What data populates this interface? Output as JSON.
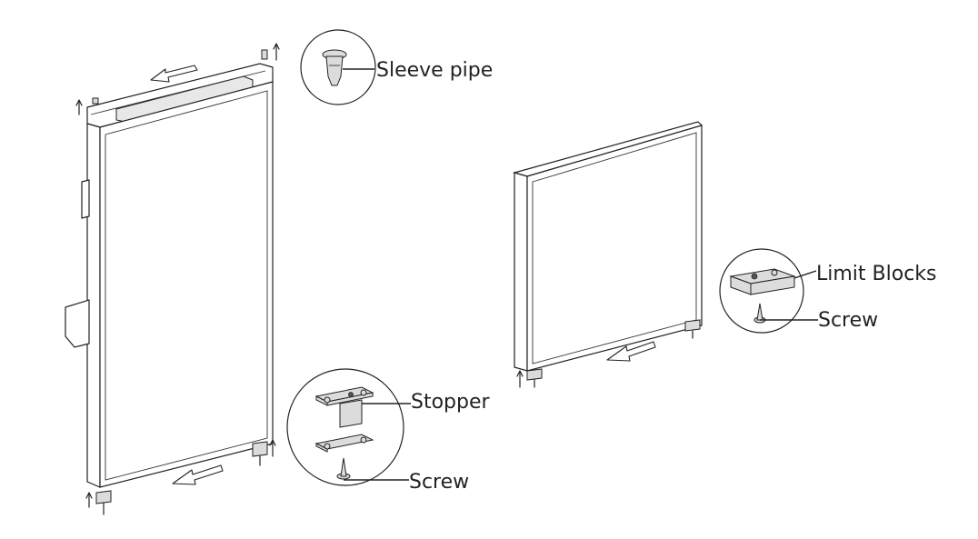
{
  "labels": {
    "sleeve_pipe": "Sleeve pipe",
    "stopper": "Stopper",
    "screw_left": "Screw",
    "limit_blocks": "Limit Blocks",
    "screw_right": "Screw"
  },
  "colors": {
    "line": "#222222",
    "background": "#ffffff",
    "shade": "#e8e8e8"
  }
}
